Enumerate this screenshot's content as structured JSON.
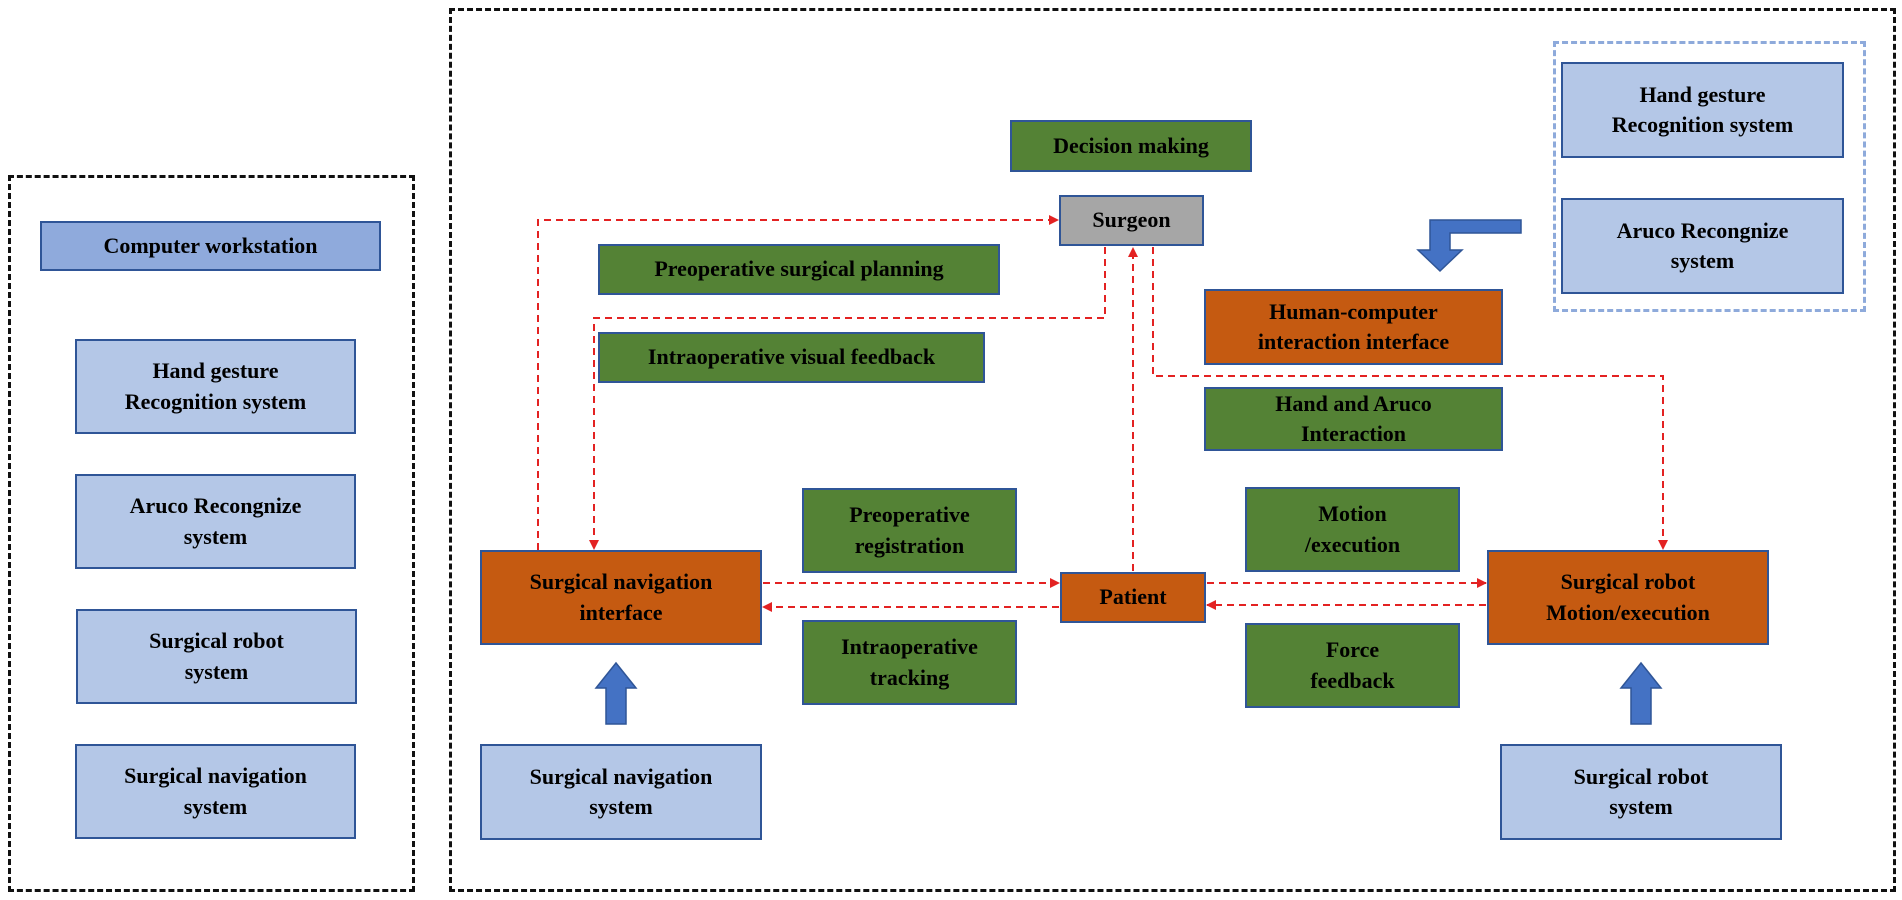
{
  "colors": {
    "light_blue": "#b4c7e7",
    "medium_blue": "#8faadc",
    "green": "#548235",
    "orange": "#c55a11",
    "gray": "#a6a6a6",
    "box_border": "#2f5597",
    "red_arrow": "#e32222",
    "blue_arrow": "#4472c4",
    "dashed_frame": "#111111",
    "dashed_frame_blue": "#8eaadb"
  },
  "left_panel": {
    "title": "Computer workstation",
    "items": [
      "Hand gesture\nRecognition system",
      "Aruco Recongnize\nsystem",
      "Surgical robot\nsystem",
      "Surgical navigation\nsystem"
    ]
  },
  "top_right_panel": {
    "items": [
      "Hand gesture\nRecognition system",
      "Aruco Recongnize\nsystem"
    ]
  },
  "nodes": {
    "decision_making": "Decision making",
    "surgeon": "Surgeon",
    "preoperative_planning": "Preoperative surgical planning",
    "intraoperative_visual_feedback": "Intraoperative visual feedback",
    "hci_interface": "Human-computer\ninteraction interface",
    "hand_aruco_interaction": "Hand and Aruco\nInteraction",
    "surgical_navigation_interface": "Surgical navigation\ninterface",
    "preoperative_registration": "Preoperative\nregistration",
    "intraoperative_tracking": "Intraoperative\ntracking",
    "patient": "Patient",
    "motion_execution": "Motion\n/execution",
    "force_feedback": "Force\nfeedback",
    "surgical_robot_motion": "Surgical robot\nMotion/execution",
    "surgical_navigation_system": "Surgical navigation\nsystem",
    "surgical_robot_system": "Surgical robot\nsystem"
  },
  "icons": {
    "up_arrow": "block-up-arrow-icon",
    "bent_arrow": "bent-down-arrow-icon"
  }
}
